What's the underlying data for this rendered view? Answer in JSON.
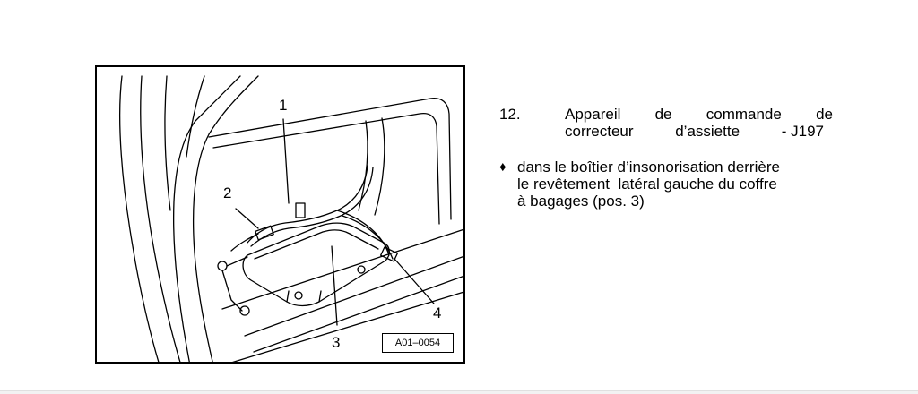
{
  "figure": {
    "callouts": [
      "1",
      "2",
      "3",
      "4"
    ],
    "reference": "A01–0054"
  },
  "section": {
    "number": "12.",
    "title_line1": [
      "Appareil",
      "de",
      "commande",
      "de"
    ],
    "title_line2": [
      "correcteur",
      "d’assiette",
      "- J197"
    ]
  },
  "bullet": {
    "icon": "diamond-icon",
    "lines": [
      "dans le boîtier d’insonorisation derrière",
      "le revêtement  latéral gauche du coffre",
      "à bagages (pos. 3)"
    ]
  }
}
